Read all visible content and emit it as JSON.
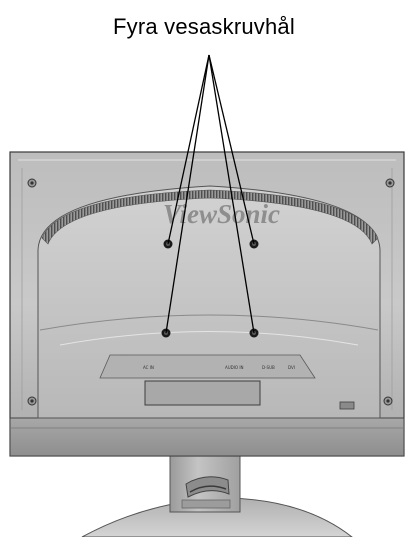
{
  "caption": {
    "text": "Fyra vesaskruvhål"
  },
  "monitor": {
    "brand": "ViewSonic",
    "ports": [
      "AC IN",
      "AUDIO IN",
      "D-SUB",
      "DVI"
    ]
  },
  "colors": {
    "background": "#ffffff",
    "housing_light": "#c8c8c8",
    "housing_mid": "#aaaaaa",
    "housing_dark": "#6f6f6f",
    "leader_line": "#000000",
    "screw_hole": "#1a1a1a"
  },
  "vesa_holes": {
    "count": 4
  }
}
